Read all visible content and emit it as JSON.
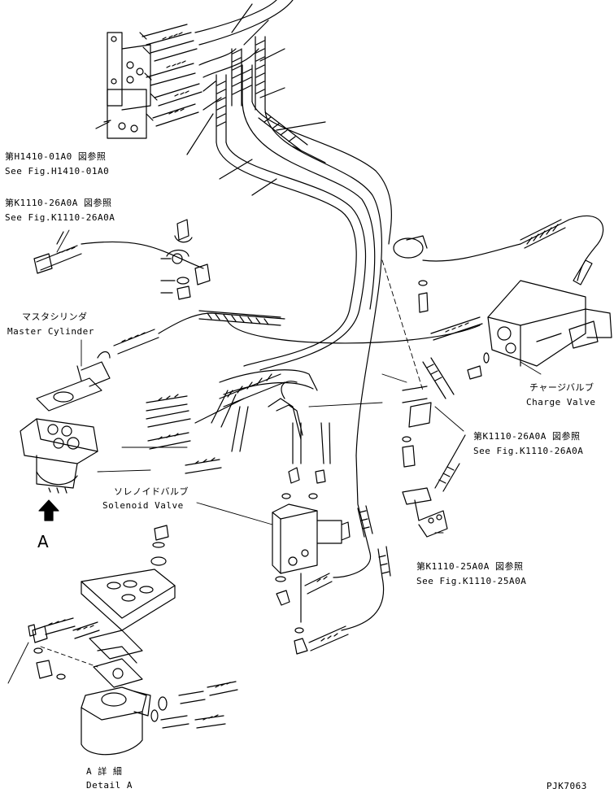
{
  "labels": {
    "ref_h1410_jp": "第H1410-01A0 図参照",
    "ref_h1410_en": "See Fig.H1410-01A0",
    "ref_k1110_26_top_jp": "第K1110-26A0A 図参照",
    "ref_k1110_26_top_en": "See Fig.K1110-26A0A",
    "master_cylinder_jp": "マスタシリンダ",
    "master_cylinder_en": "Master Cylinder",
    "charge_valve_jp": "チャージバルブ",
    "charge_valve_en": "Charge Valve",
    "ref_k1110_26_right_jp": "第K1110-26A0A 図参照",
    "ref_k1110_26_right_en": "See Fig.K1110-26A0A",
    "solenoid_valve_jp": "ソレノイドバルブ",
    "solenoid_valve_en": "Solenoid Valve",
    "ref_k1110_25_jp": "第K1110-25A0A 図参照",
    "ref_k1110_25_en": "See Fig.K1110-25A0A",
    "view_letter": "A",
    "detail_jp": "A 詳 細",
    "detail_en": "Detail A",
    "drawing_code": "PJK7063"
  }
}
